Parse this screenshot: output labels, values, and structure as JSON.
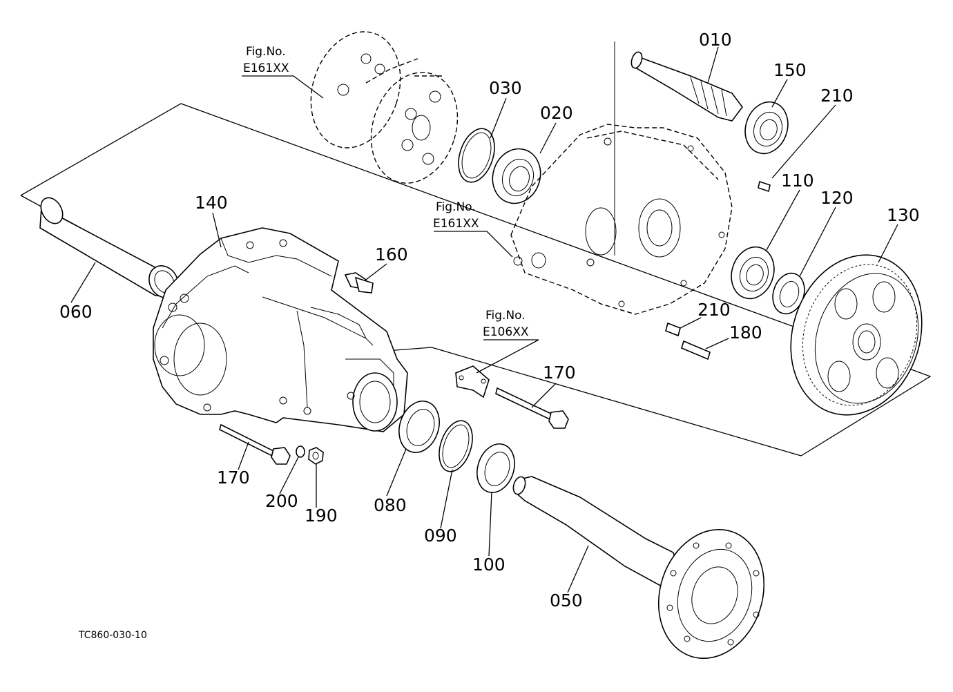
{
  "diagram": {
    "drawing_code": "TC860-030-10",
    "references": [
      {
        "id": "ref-top-left",
        "line1": "Fig.No.",
        "line2": "E161XX"
      },
      {
        "id": "ref-mid",
        "line1": "Fig.No.",
        "line2": "E161XX"
      },
      {
        "id": "ref-bracket",
        "line1": "Fig.No.",
        "line2": "E106XX"
      }
    ],
    "parts": {
      "p010": "010",
      "p020": "020",
      "p030": "030",
      "p050": "050",
      "p060": "060",
      "p080": "080",
      "p090": "090",
      "p100": "100",
      "p110": "110",
      "p120": "120",
      "p130": "130",
      "p140": "140",
      "p150": "150",
      "p160": "160",
      "p170a": "170",
      "p170b": "170",
      "p180": "180",
      "p190": "190",
      "p200": "200",
      "p210a": "210",
      "p210b": "210"
    }
  }
}
